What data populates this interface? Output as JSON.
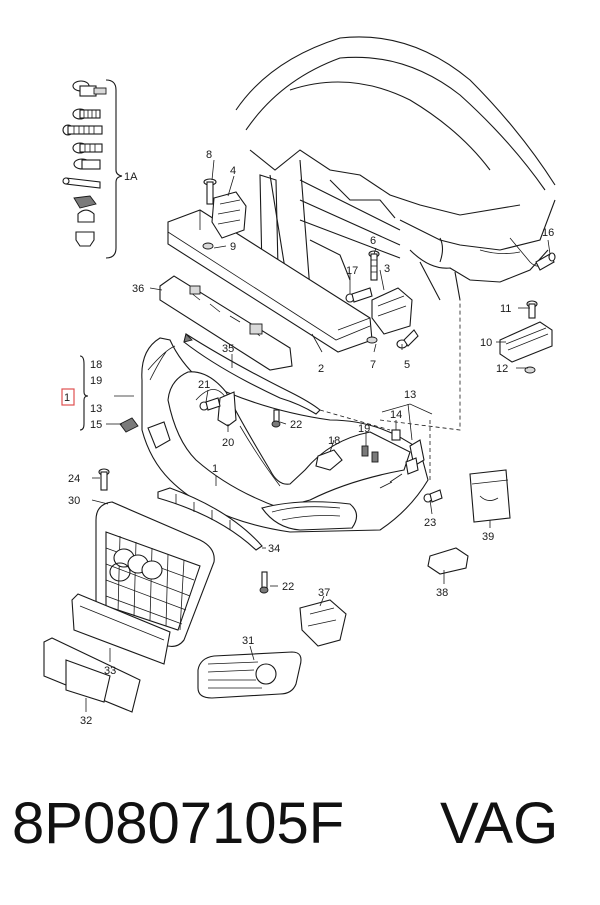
{
  "callouts": {
    "c1A": "1A",
    "c1": "1",
    "c1b": "1",
    "c2": "2",
    "c3": "3",
    "c4": "4",
    "c5": "5",
    "c6": "6",
    "c7": "7",
    "c8": "8",
    "c9": "9",
    "c10": "10",
    "c11": "11",
    "c12": "12",
    "c13": "13",
    "c13b": "13",
    "c14": "14",
    "c15": "15",
    "c16": "16",
    "c17": "17",
    "c18": "18",
    "c18b": "18",
    "c19": "19",
    "c19b": "19",
    "c20": "20",
    "c21": "21",
    "c22": "22",
    "c22b": "22",
    "c23": "23",
    "c24": "24",
    "c30": "30",
    "c31": "31",
    "c32": "32",
    "c33": "33",
    "c34": "34",
    "c35": "35",
    "c36": "36",
    "c37": "37",
    "c38": "38",
    "c39": "39"
  },
  "caption": {
    "part_number": "8P0807105F",
    "brand": "VAG"
  },
  "colors": {
    "line": "#1a1a1a",
    "highlight_box": "#e05050"
  }
}
